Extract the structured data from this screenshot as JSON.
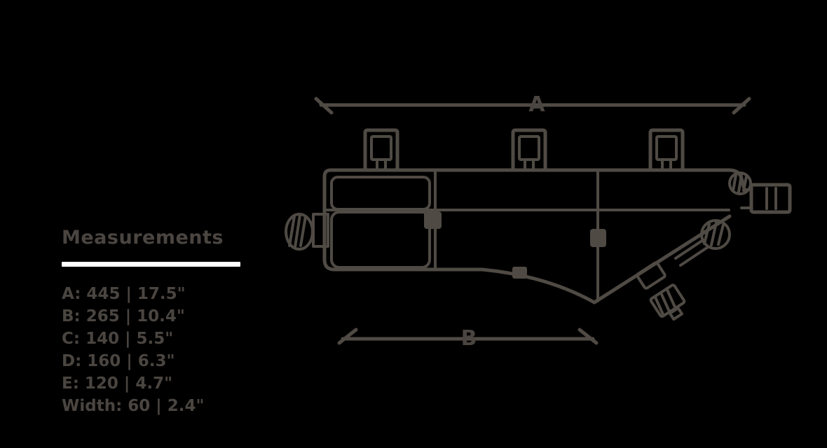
{
  "background_color": "#000000",
  "colors": {
    "line": "#4F4A44",
    "text": "#4A4540",
    "divider": "#FFFFFF"
  },
  "measurements_panel": {
    "title": "Measurements",
    "items": [
      {
        "label": "A",
        "value": "445 | 17.5\"",
        "text": "A: 445 | 17.5\""
      },
      {
        "label": "B",
        "value": "265 | 10.4\"",
        "text": "B: 265 | 10.4\""
      },
      {
        "label": "C",
        "value": "140 | 5.5\"",
        "text": "C: 140 | 5.5\""
      },
      {
        "label": "D",
        "value": "160 | 6.3\"",
        "text": "D: 160 | 6.3\""
      },
      {
        "label": "E",
        "value": "120 | 4.7\"",
        "text": "E: 120 | 4.7\""
      },
      {
        "label": "Width",
        "value": "60 | 2.4\"",
        "text": "Width: 60 | 2.4\""
      }
    ]
  },
  "diagram": {
    "type": "frame-bag technical line drawing",
    "top_dimension_label": "A",
    "bottom_dimension_label": "B",
    "features": [
      "three top-tube velcro straps",
      "front cam buckle with strap",
      "rear ladder-lock buckle with strap",
      "lower seat-tube strap with buckle",
      "horizontal seam",
      "two vertical seams",
      "three zipper sliders"
    ]
  }
}
